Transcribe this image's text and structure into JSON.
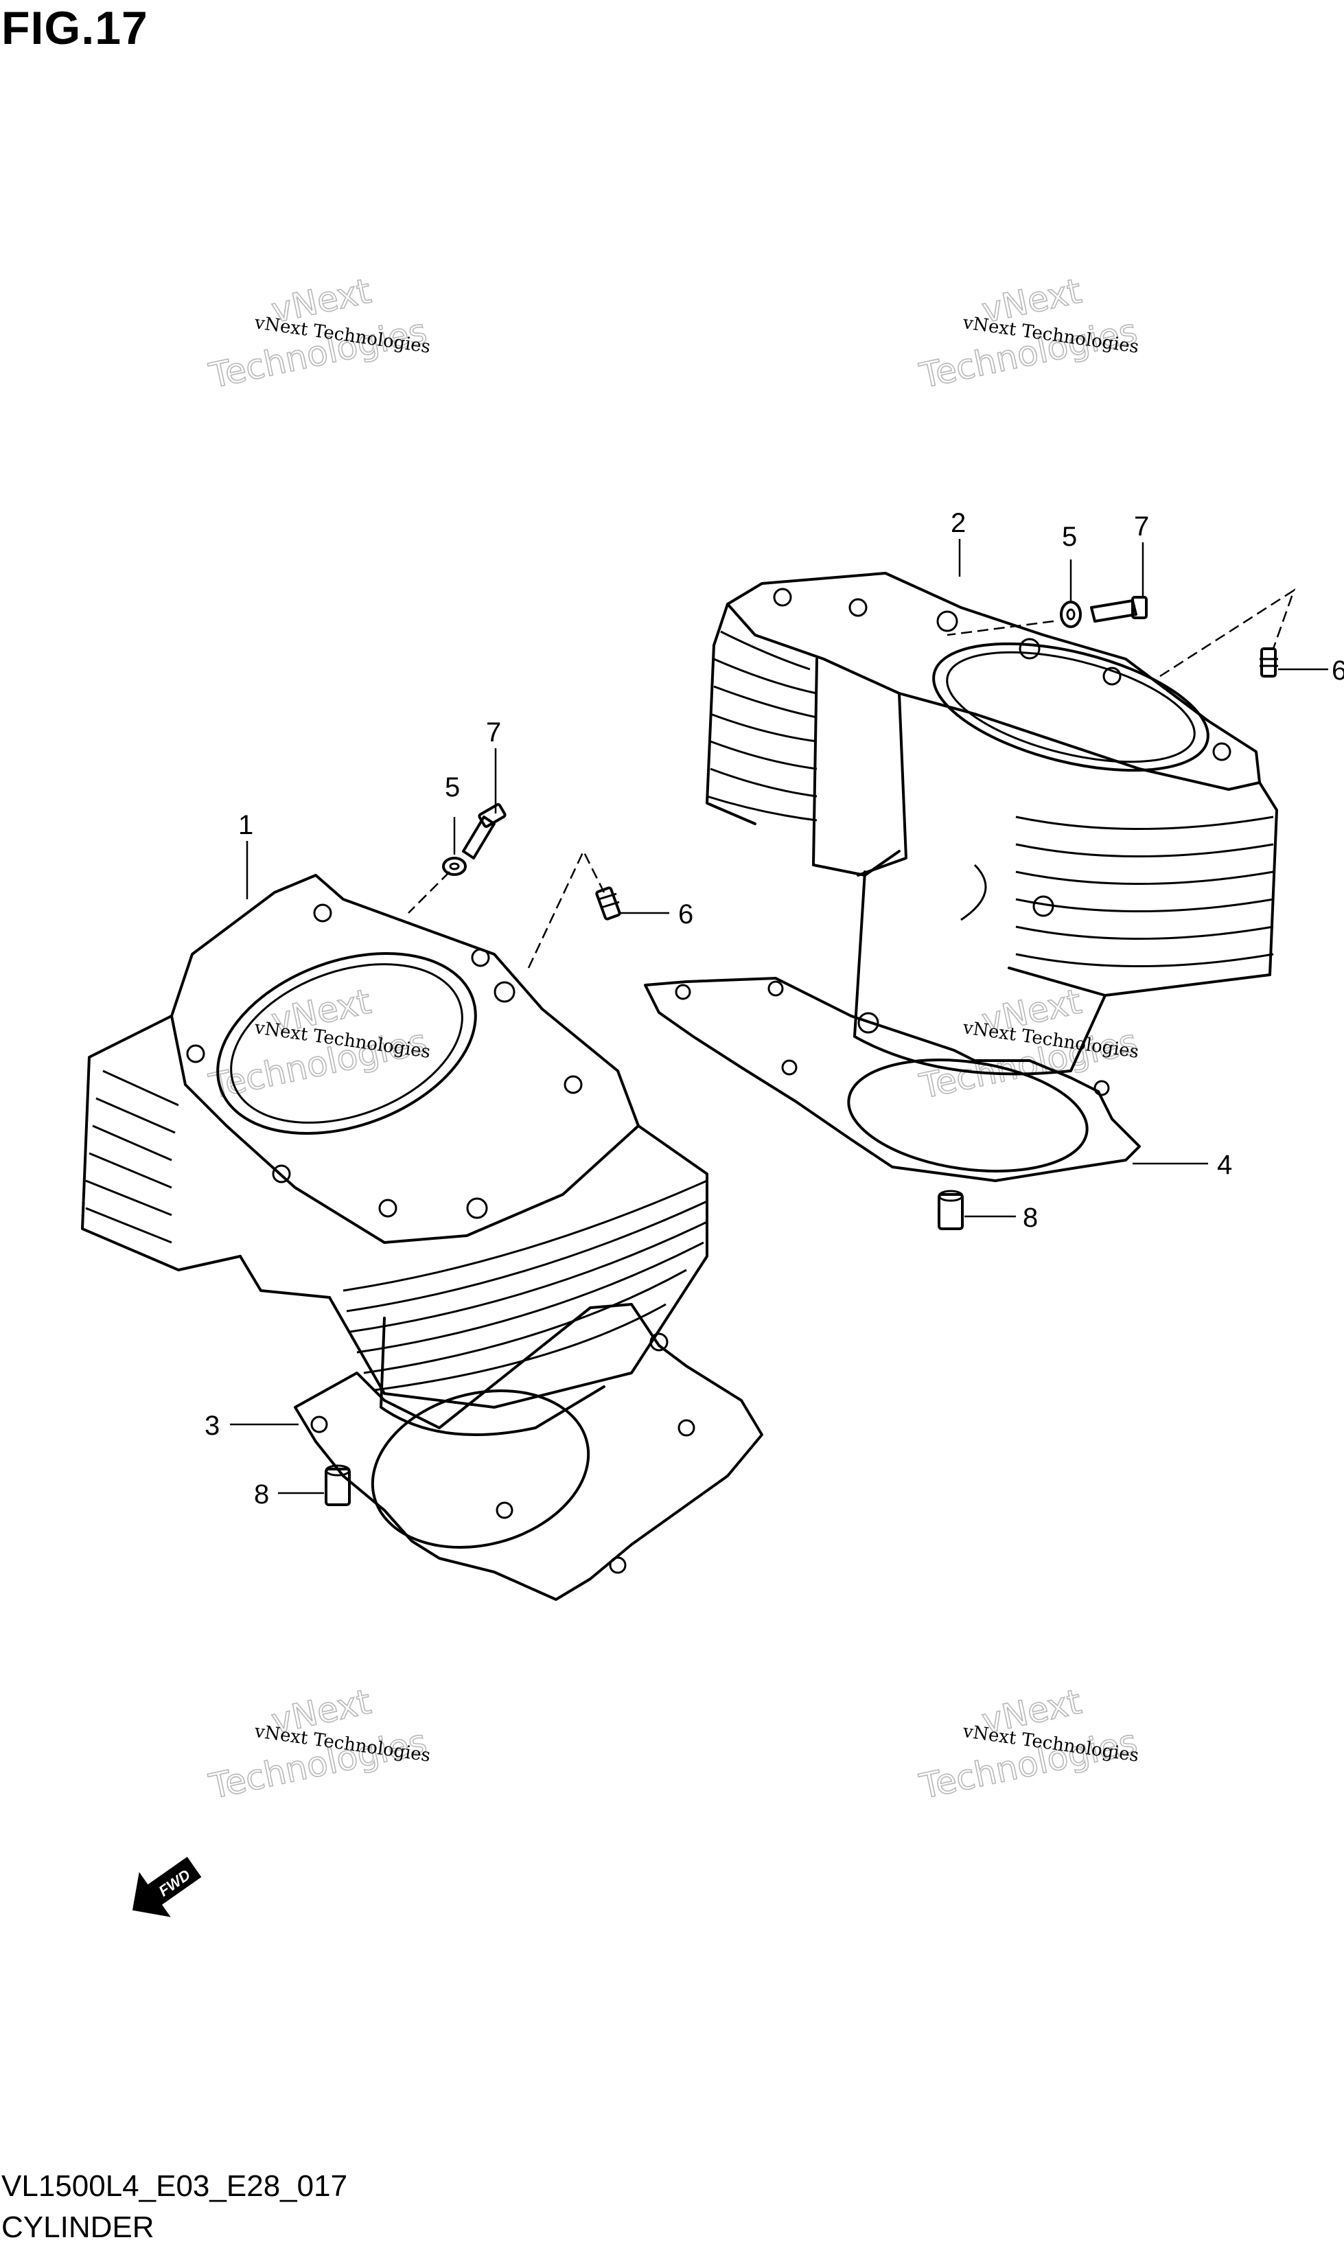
{
  "figure": {
    "title": "FIG.17",
    "code": "VL1500L4_E03_E28_017",
    "name": "CYLINDER"
  },
  "watermark": {
    "line1": "vNext Technologies",
    "line2": "vNext",
    "line3": "Technologies"
  },
  "callouts": {
    "c1": "1",
    "c2": "2",
    "c3": "3",
    "c4": "4",
    "c5a": "5",
    "c5b": "5",
    "c6a": "6",
    "c6b": "6",
    "c7a": "7",
    "c7b": "7",
    "c8a": "8",
    "c8b": "8"
  },
  "fwd_label": "FWD"
}
